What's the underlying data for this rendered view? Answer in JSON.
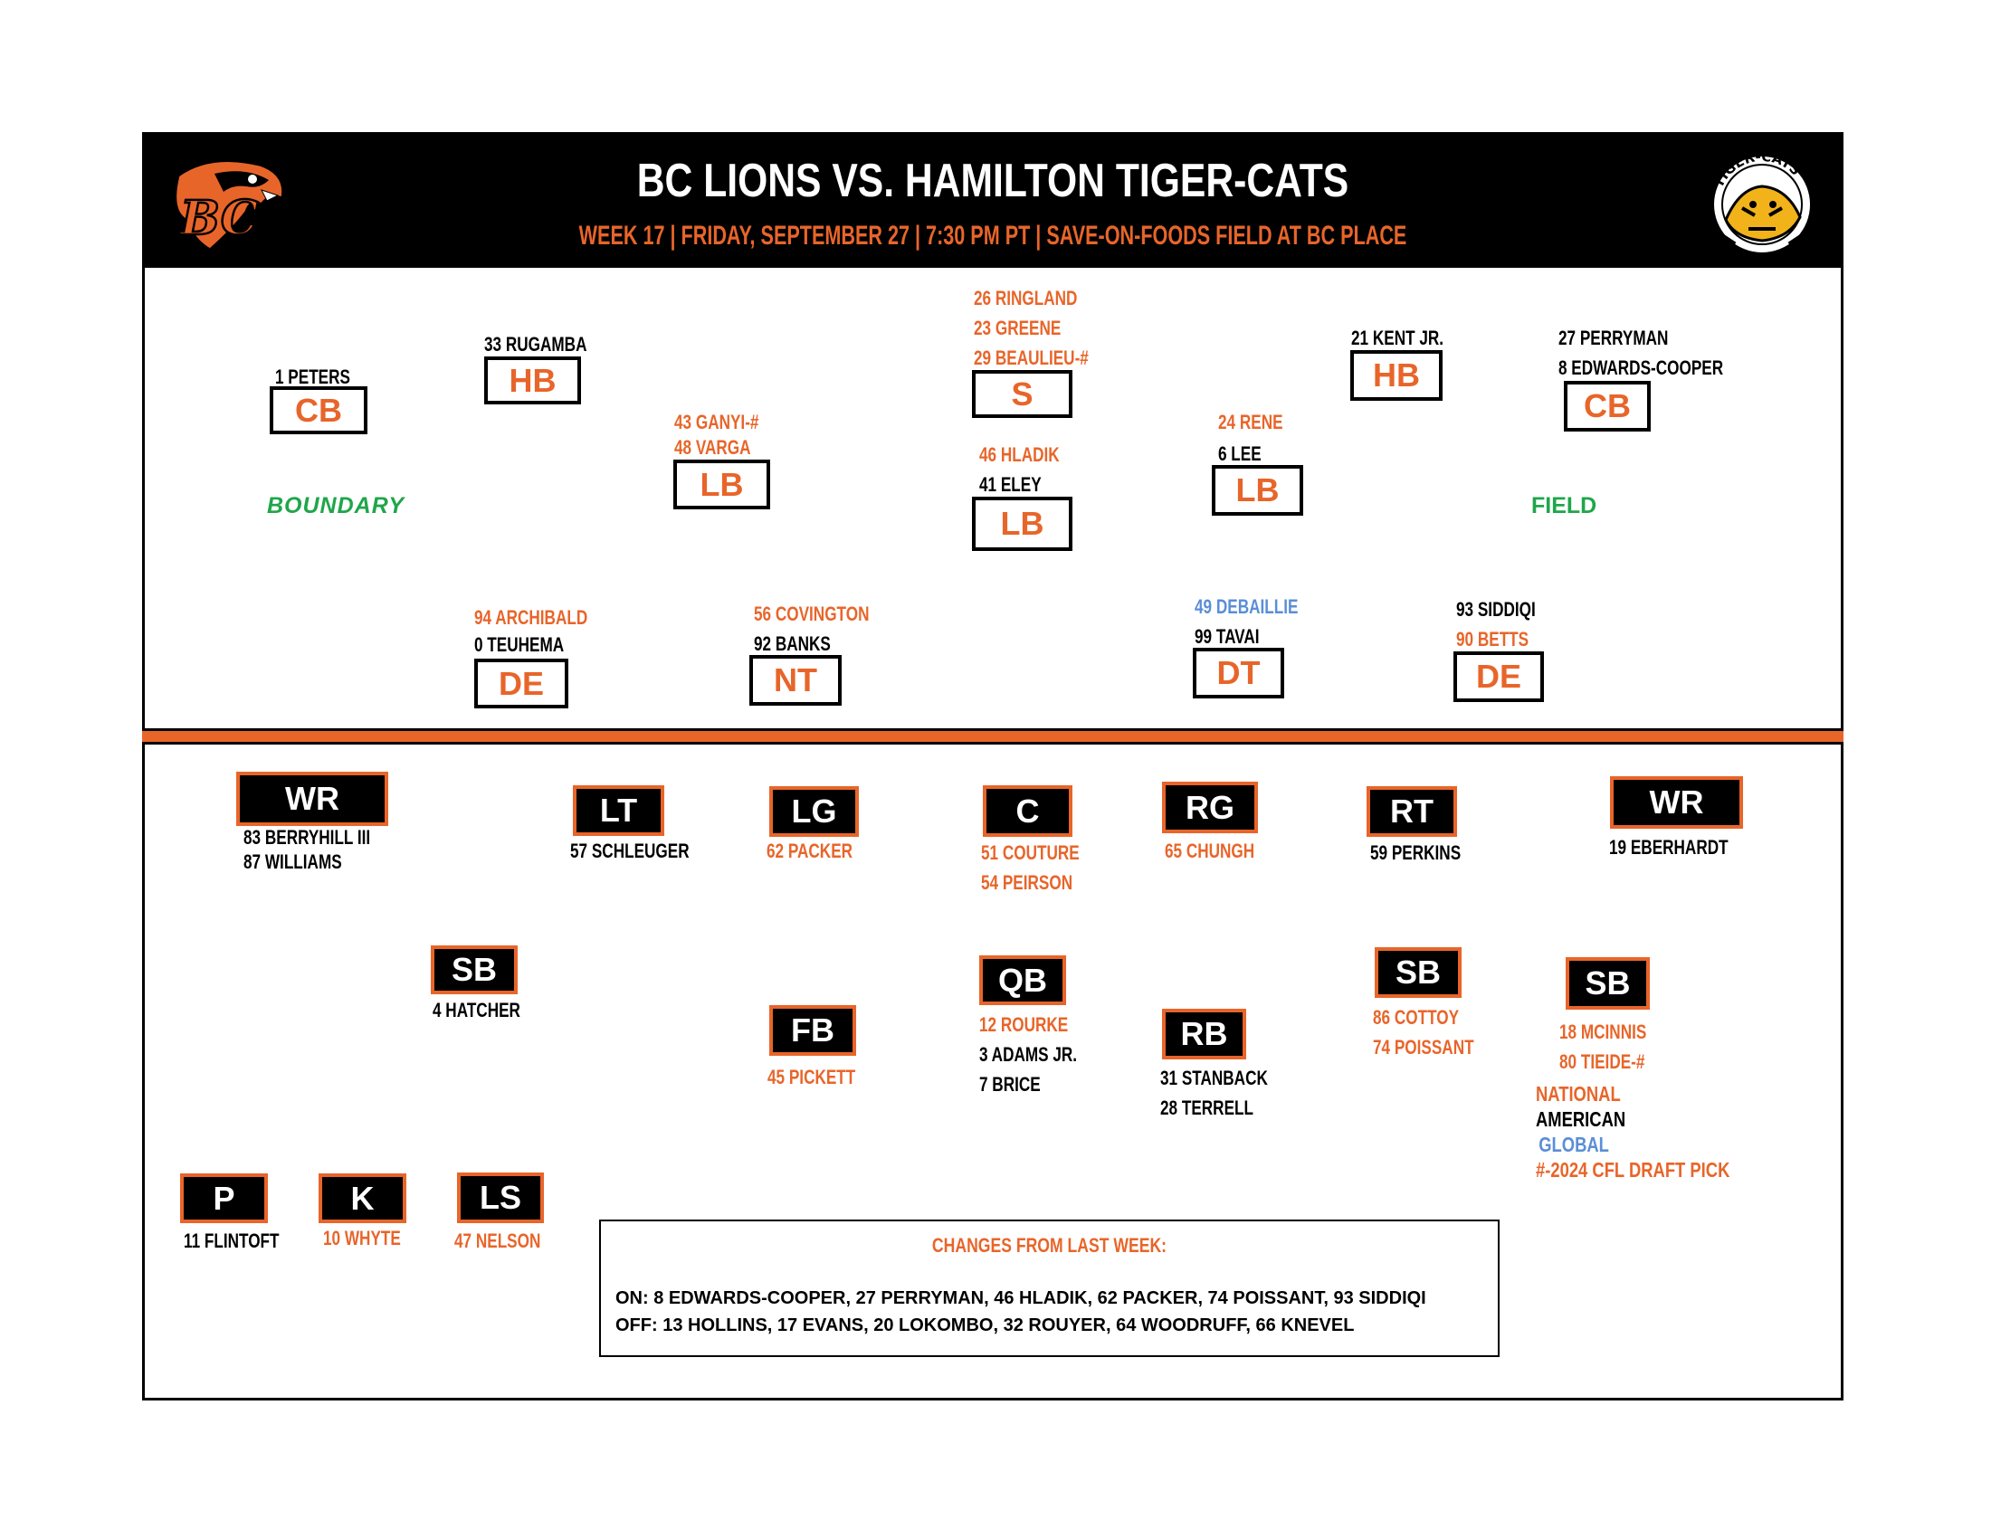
{
  "header": {
    "title": "BC LIONS VS. HAMILTON TIGER-CATS",
    "subtitle": "WEEK 17 | FRIDAY, SEPTEMBER 27 | 7:30 PM PT | SAVE-ON-FOODS FIELD AT BC PLACE",
    "logo_left": "bc-lions-logo",
    "logo_right": "tiger-cats-logo",
    "logo_left_text": "BC",
    "logo_right_text": "TIGER-CATS"
  },
  "colors": {
    "orange": "#e8652a",
    "black": "#000000",
    "green": "#1fa64a",
    "blue": "#5b8ed6"
  },
  "defense": {
    "boundary_label": "BOUNDARY",
    "field_label": "FIELD",
    "cb_left": {
      "pos": "CB",
      "players": [
        "1 PETERS"
      ]
    },
    "hb_left": {
      "pos": "HB",
      "players": [
        "33 RUGAMBA"
      ]
    },
    "lb_left": {
      "pos": "LB",
      "players": [
        "43 GANYI-#",
        "48 VARGA"
      ]
    },
    "s": {
      "pos": "S",
      "players": [
        "26 RINGLAND",
        "23 GREENE",
        "29 BEAULIEU-#"
      ]
    },
    "lb_mid": {
      "pos": "LB",
      "players": [
        "46 HLADIK",
        "41 ELEY"
      ]
    },
    "lb_right": {
      "pos": "LB",
      "players": [
        "24 RENE",
        "6 LEE"
      ]
    },
    "hb_right": {
      "pos": "HB",
      "players": [
        "21 KENT JR."
      ]
    },
    "cb_right": {
      "pos": "CB",
      "players": [
        "27 PERRYMAN",
        "8 EDWARDS-COOPER"
      ]
    },
    "de_left": {
      "pos": "DE",
      "players": [
        "94 ARCHIBALD",
        "0 TEUHEMA"
      ]
    },
    "nt": {
      "pos": "NT",
      "players": [
        "56 COVINGTON",
        "92 BANKS"
      ]
    },
    "dt": {
      "pos": "DT",
      "players": [
        "49 DEBAILLIE",
        "99 TAVAI"
      ]
    },
    "de_right": {
      "pos": "DE",
      "players": [
        "93 SIDDIQI",
        "90 BETTS"
      ]
    }
  },
  "offense": {
    "wr_left": {
      "pos": "WR",
      "players": [
        "83 BERRYHILL III",
        "87 WILLIAMS"
      ]
    },
    "lt": {
      "pos": "LT",
      "players": [
        "57 SCHLEUGER"
      ]
    },
    "lg": {
      "pos": "LG",
      "players": [
        "62 PACKER"
      ]
    },
    "c": {
      "pos": "C",
      "players": [
        "51 COUTURE",
        "54 PEIRSON"
      ]
    },
    "rg": {
      "pos": "RG",
      "players": [
        "65 CHUNGH"
      ]
    },
    "rt": {
      "pos": "RT",
      "players": [
        "59 PERKINS"
      ]
    },
    "wr_right": {
      "pos": "WR",
      "players": [
        "19 EBERHARDT"
      ]
    },
    "sb_left": {
      "pos": "SB",
      "players": [
        "4 HATCHER"
      ]
    },
    "fb": {
      "pos": "FB",
      "players": [
        "45 PICKETT"
      ]
    },
    "qb": {
      "pos": "QB",
      "players": [
        "12 ROURKE",
        "3 ADAMS JR.",
        "7 BRICE"
      ]
    },
    "rb": {
      "pos": "RB",
      "players": [
        "31 STANBACK",
        "28 TERRELL"
      ]
    },
    "sb_mid": {
      "pos": "SB",
      "players": [
        "86 COTTOY",
        "74 POISSANT"
      ]
    },
    "sb_right": {
      "pos": "SB",
      "players": [
        "18 MCINNIS",
        "80 TIEIDE-#"
      ]
    }
  },
  "special_teams": {
    "p": {
      "pos": "P",
      "players": [
        "11 FLINTOFT"
      ]
    },
    "k": {
      "pos": "K",
      "players": [
        "10 WHYTE"
      ]
    },
    "ls": {
      "pos": "LS",
      "players": [
        "47 NELSON"
      ]
    }
  },
  "legend": {
    "national": "NATIONAL",
    "american": "AMERICAN",
    "global": "GLOBAL",
    "draft": "#-2024 CFL DRAFT PICK"
  },
  "changes": {
    "title": "CHANGES FROM LAST WEEK:",
    "on": "ON: 8 EDWARDS-COOPER,  27 PERRYMAN, 46 HLADIK, 62 PACKER, 74 POISSANT, 93 SIDDIQI",
    "off": "OFF: 13 HOLLINS, 17 EVANS, 20 LOKOMBO, 32 ROUYER, 64 WOODRUFF, 66 KNEVEL"
  }
}
